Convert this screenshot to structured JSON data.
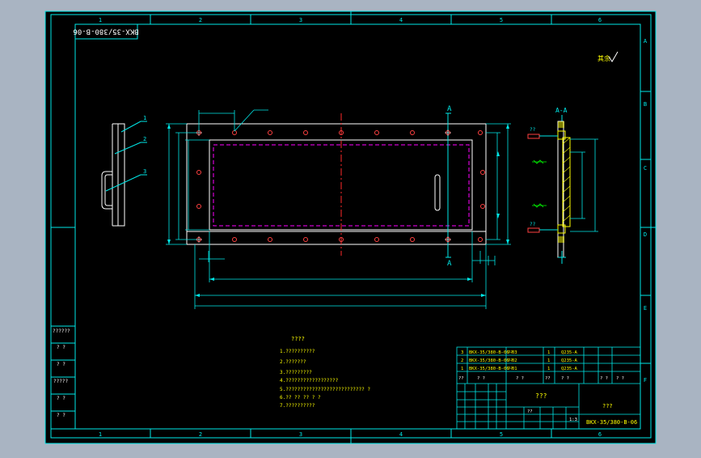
{
  "colors": {
    "background_outer": "#a9b4c2",
    "paper": "#000000",
    "frame": "#00e8e8",
    "outline": "#ffffff",
    "centerline": "#ff2a2a",
    "hidden": "#ff00ff",
    "hatch": "#ffff00",
    "annotation": "#00ff00"
  },
  "border": {
    "top_zones": [
      "1",
      "2",
      "3",
      "4",
      "5",
      "6"
    ],
    "bottom_zones": [
      "1",
      "2",
      "3",
      "4",
      "5",
      "6"
    ],
    "right_zones": [
      "A",
      "B",
      "C",
      "D",
      "E",
      "F"
    ]
  },
  "drawing_code_stamp": "BKX-35/380-B-06",
  "roughness_symbol": "其余",
  "section_label": "A-A",
  "section_marker": "A",
  "front_view": {
    "balloons": [
      "1",
      "2",
      "3"
    ]
  },
  "side_view": {
    "labels": [
      "??",
      "??"
    ]
  },
  "left_stamp": [
    "??????",
    "? ?",
    "? ?",
    "?????",
    "? ?",
    "? ?"
  ],
  "tech_notes": {
    "title": "????",
    "lines": [
      "1.??????????",
      "2.???????",
      "3.?????????",
      "4.??????????????????",
      "5.??????????????????????????? ?",
      "6.?? ?? ?? ? ?",
      "7.??????????"
    ]
  },
  "bom": {
    "rows": [
      {
        "no": "3",
        "code": "BKX-35/380-B-06-03",
        "name": "??",
        "qty": "1",
        "material": "Q235-A"
      },
      {
        "no": "2",
        "code": "BKX-35/380-B-06-02",
        "name": "??",
        "qty": "1",
        "material": "Q235-A"
      },
      {
        "no": "1",
        "code": "BKX-35/380-B-06-01",
        "name": "??",
        "qty": "1",
        "material": "Q235-A"
      }
    ],
    "header": [
      "??",
      "?    ?",
      "?    ?",
      "??",
      "?    ?",
      "? ?",
      "? ?"
    ]
  },
  "title_block": {
    "part_name": "???",
    "company": "???",
    "drawing_no": "BKX-35/380-B-06",
    "scale": "1:3",
    "sheet": "??"
  }
}
